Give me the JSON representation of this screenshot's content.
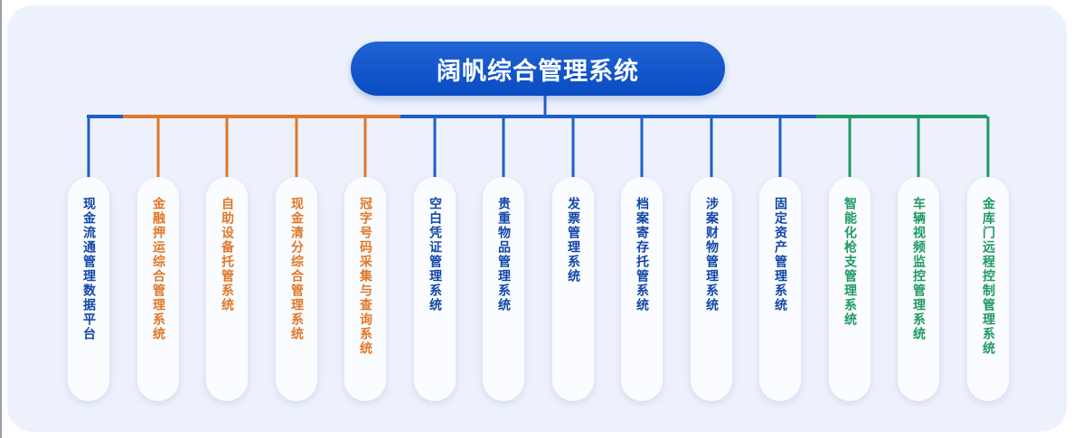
{
  "diagram": {
    "title": "阔帆综合管理系统",
    "colors": {
      "blue": "#1f5fc7",
      "orange": "#e0782a",
      "green": "#1f9a63"
    },
    "nodes": [
      {
        "label": "现金流通管理数据平台",
        "color": "blue"
      },
      {
        "label": "金融押运综合管理系统",
        "color": "orange"
      },
      {
        "label": "自助设备托管系统",
        "color": "orange"
      },
      {
        "label": "现金清分综合管理系统",
        "color": "orange"
      },
      {
        "label": "冠字号码采集与查询系统",
        "color": "orange"
      },
      {
        "label": "空白凭证管理系统",
        "color": "blue"
      },
      {
        "label": "贵重物品管理系统",
        "color": "blue"
      },
      {
        "label": "发票管理系统",
        "color": "blue"
      },
      {
        "label": "档案寄存托管系统",
        "color": "blue"
      },
      {
        "label": "涉案财物管理系统",
        "color": "blue"
      },
      {
        "label": "固定资产管理系统",
        "color": "blue"
      },
      {
        "label": "智能化枪支管理系统",
        "color": "green"
      },
      {
        "label": "车辆视频监控管理系统",
        "color": "green"
      },
      {
        "label": "金库门远程控制管理系统",
        "color": "green"
      }
    ]
  }
}
